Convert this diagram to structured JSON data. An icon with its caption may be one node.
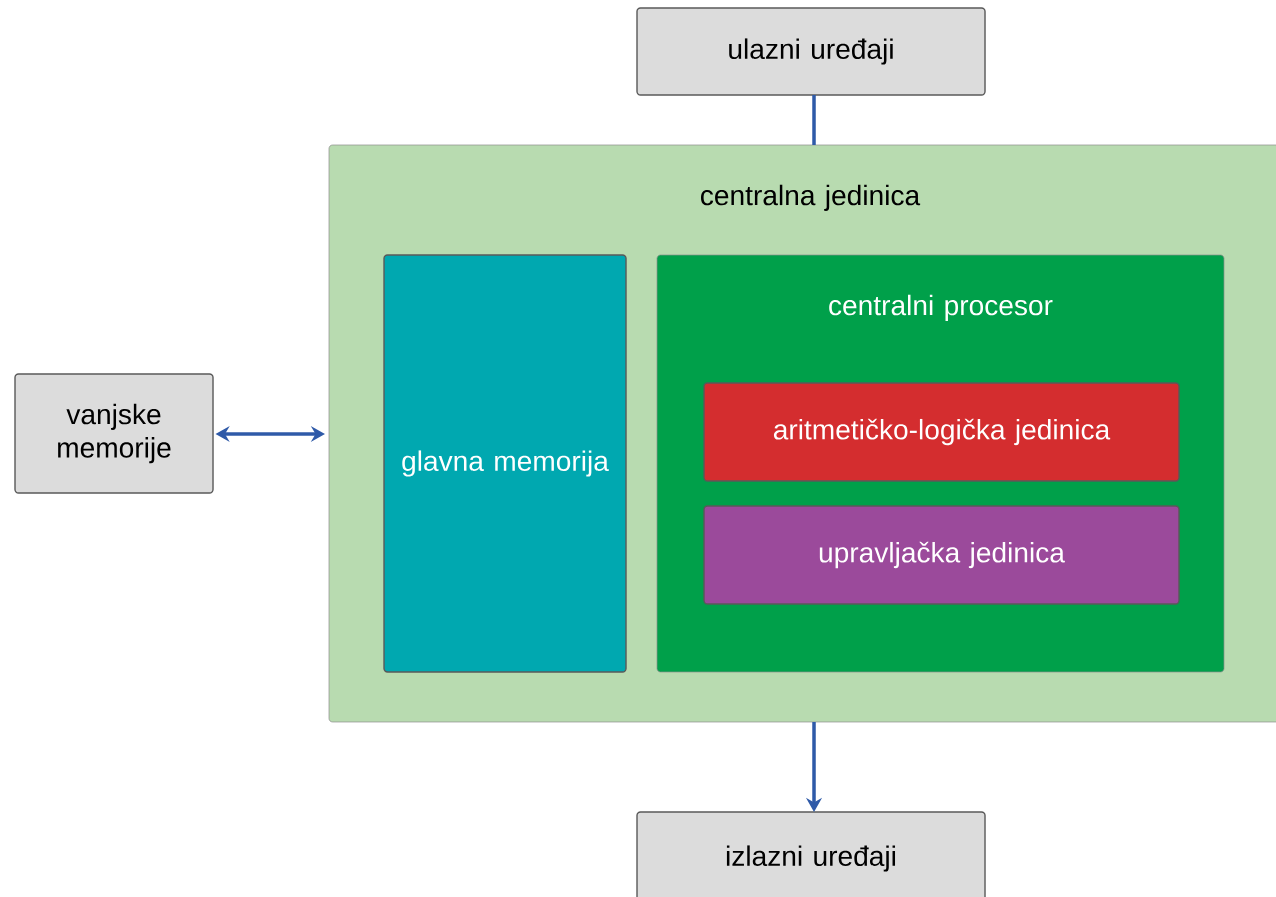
{
  "diagram": {
    "nodes": [
      {
        "text": [
          "ulazni uređaji"
        ]
      },
      {
        "text": [
          "centralna jedinica"
        ]
      },
      {
        "text": [
          "glavna memorija"
        ],
        "in": 1
      },
      {
        "text": [
          "centralni procesor"
        ],
        "in": 1
      },
      {
        "text": [
          "aritmetičko-logička jedinica"
        ],
        "in": 3
      },
      {
        "text": [
          "upravljačka jedinica"
        ],
        "in": 3
      },
      {
        "text": [
          "vanjske memorije"
        ]
      },
      {
        "text": [
          "izlazni uređaji"
        ]
      }
    ],
    "edges": [
      {
        "from": 0,
        "to": 1,
        "arrow": "none"
      },
      {
        "from": 1,
        "to": 7,
        "arrow": "to"
      },
      {
        "from": 6,
        "to": 1,
        "arrow": "both"
      }
    ]
  }
}
